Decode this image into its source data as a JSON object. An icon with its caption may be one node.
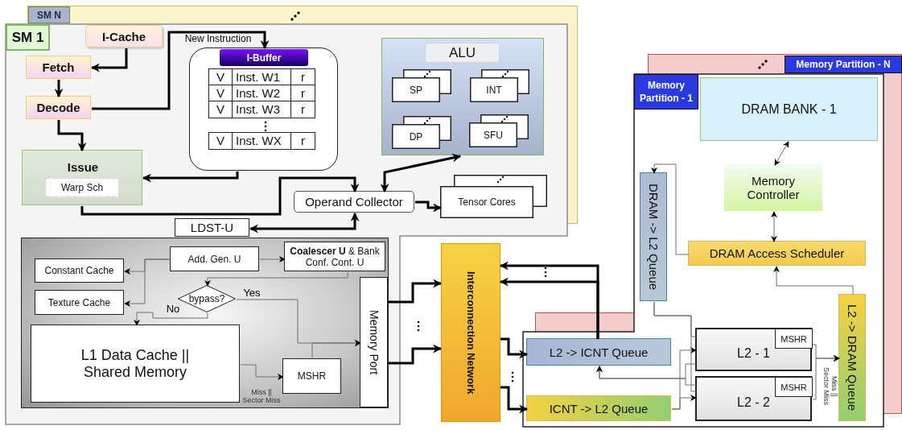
{
  "diagram": {
    "nodes": [
      {
        "text": [
          "SM N"
        ]
      },
      {
        "text": [
          "SM 1"
        ]
      },
      {
        "text": [
          "I-Cache"
        ],
        "in": 1
      },
      {
        "text": [
          "Fetch"
        ],
        "in": 1
      },
      {
        "text": [
          "Decode"
        ],
        "in": 1
      },
      {
        "text": [
          "I-Buffer",
          "V",
          "Inst. W1",
          "r",
          "V",
          "Inst. W2",
          "r",
          "V",
          "Inst. W3",
          "r",
          "V",
          "Inst. WX",
          "r"
        ],
        "in": 1
      },
      {
        "text": [
          "Issue"
        ],
        "in": 1
      },
      {
        "text": [
          "Warp Sch"
        ],
        "in": 6
      },
      {
        "text": [
          "ALU"
        ],
        "in": 1
      },
      {
        "text": [
          "SP"
        ],
        "in": 8
      },
      {
        "text": [
          "INT"
        ],
        "in": 8
      },
      {
        "text": [
          "DP"
        ],
        "in": 8
      },
      {
        "text": [
          "SFU"
        ],
        "in": 8
      },
      {
        "text": [
          "Operand Collector"
        ],
        "in": 1
      },
      {
        "text": [
          "Tensor Cores"
        ],
        "in": 1
      },
      {
        "text": [
          "LDST-U"
        ],
        "in": 1
      },
      {
        "text": [],
        "shape": "box",
        "in": 1
      },
      {
        "text": [
          "Add. Gen. U"
        ],
        "in": 16
      },
      {
        "text": [
          "**Coalescer U** & Bank Conf. Cont. U"
        ],
        "in": 16
      },
      {
        "text": [
          "Constant Cache"
        ],
        "in": 16
      },
      {
        "text": [
          "Texture Cache"
        ],
        "in": 16
      },
      {
        "text": [
          "bypass?"
        ],
        "in": 16
      },
      {
        "text": [
          "L1 Data Cache || Shared Memory"
        ],
        "in": 16
      },
      {
        "text": [
          "MSHR"
        ],
        "in": 16
      },
      {
        "text": [
          "Memory Port"
        ],
        "in": 16
      },
      {
        "text": [
          "Interconnection Network"
        ]
      },
      {
        "text": [
          "Memory Partition - N"
        ]
      },
      {
        "text": [
          "Memory Partition - 1"
        ]
      },
      {
        "text": [
          "DRAM BANK - 1"
        ],
        "in": 27
      },
      {
        "text": [
          "Memory Controller"
        ],
        "in": 27
      },
      {
        "text": [
          "DRAM Access Scheduler"
        ],
        "in": 27
      },
      {
        "text": [
          "DRAM -> L2 Queue"
        ],
        "in": 27
      },
      {
        "text": [
          "L2 -> DRAM Queue"
        ],
        "in": 27
      },
      {
        "text": [
          "L2 -> ICNT Queue"
        ],
        "in": 27
      },
      {
        "text": [
          "ICNT -> L2 Queue"
        ],
        "in": 27
      },
      {
        "text": [
          "L2 - 1"
        ],
        "in": 27
      },
      {
        "text": [
          "MSHR"
        ],
        "in": 35
      },
      {
        "text": [
          "L2 - 2"
        ],
        "in": 27
      },
      {
        "text": [
          "MSHR"
        ],
        "in": 37
      }
    ],
    "edges": [
      {
        "from": 2,
        "to": 3,
        "arrow": "to",
        "style": "thick",
        "color": "#000000"
      },
      {
        "from": 3,
        "to": 4,
        "arrow": "to",
        "style": "thick",
        "color": "#000000"
      },
      {
        "from": 4,
        "to": 5,
        "arrow": "to",
        "label": "New Instruction",
        "style": "thick",
        "color": "#000000"
      },
      {
        "from": 4,
        "to": 6,
        "arrow": "to",
        "style": "thick",
        "color": "#000000"
      },
      {
        "from": 5,
        "to": 6,
        "arrow": "to",
        "style": "thick",
        "color": "#000000"
      },
      {
        "from": 6,
        "to": 13,
        "arrow": "to",
        "style": "thick",
        "color": "#000000"
      },
      {
        "from": 13,
        "to": 8,
        "arrow": "both",
        "style": "thick",
        "color": "#000000"
      },
      {
        "from": 13,
        "to": 14,
        "arrow": "to",
        "style": "thick",
        "color": "#000000"
      },
      {
        "from": 13,
        "to": 15,
        "arrow": "both",
        "style": "thick",
        "color": "#000000"
      },
      {
        "from": 17,
        "to": 18,
        "arrow": "to"
      },
      {
        "from": 17,
        "to": 19,
        "arrow": "to"
      },
      {
        "from": 17,
        "to": 20,
        "arrow": "to"
      },
      {
        "from": 18,
        "to": 21,
        "arrow": "to"
      },
      {
        "from": 21,
        "to": 24,
        "arrow": "to",
        "label": "Yes"
      },
      {
        "from": 21,
        "to": 22,
        "arrow": "to",
        "label": "No"
      },
      {
        "from": 22,
        "to": 23,
        "arrow": "to",
        "label": "Miss || Sector Miss"
      },
      {
        "from": 23,
        "to": 24,
        "arrow": "to"
      },
      {
        "from": 24,
        "to": 25,
        "arrow": "to",
        "style": "thick",
        "color": "#000000"
      },
      {
        "from": 24,
        "to": 25,
        "arrow": "to",
        "style": "thick",
        "color": "#000000"
      },
      {
        "from": 25,
        "to": 33,
        "arrow": "to",
        "style": "thick",
        "color": "#000000"
      },
      {
        "from": 25,
        "to": 34,
        "arrow": "to",
        "style": "thick",
        "color": "#000000"
      },
      {
        "from": 33,
        "to": 25,
        "arrow": "to",
        "style": "thick",
        "color": "#000000"
      },
      {
        "from": 33,
        "to": 25,
        "arrow": "to",
        "style": "thick",
        "color": "#000000"
      },
      {
        "from": 34,
        "to": 35,
        "arrow": "to"
      },
      {
        "from": 34,
        "to": 37,
        "arrow": "to"
      },
      {
        "from": 35,
        "to": 33,
        "arrow": "to"
      },
      {
        "from": 37,
        "to": 33,
        "arrow": "to"
      },
      {
        "from": 31,
        "to": 35,
        "arrow": "none"
      },
      {
        "from": 31,
        "to": 37,
        "arrow": "none"
      },
      {
        "from": 35,
        "to": 32,
        "arrow": "to",
        "label": "Miss || Sector Miss"
      },
      {
        "from": 37,
        "to": 32,
        "arrow": "to"
      },
      {
        "from": 32,
        "to": 30,
        "arrow": "to"
      },
      {
        "from": 30,
        "to": 31,
        "arrow": "to"
      },
      {
        "from": 30,
        "to": 29,
        "arrow": "both"
      },
      {
        "from": 29,
        "to": 28,
        "arrow": "both"
      }
    ]
  }
}
